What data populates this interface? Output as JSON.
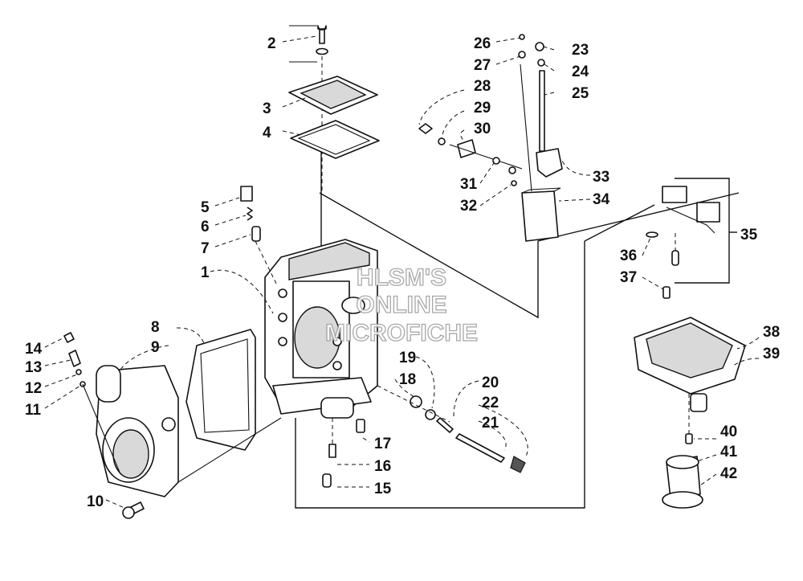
{
  "diagram": {
    "callouts": [
      "1",
      "2",
      "3",
      "4",
      "5",
      "6",
      "7",
      "8",
      "9",
      "10",
      "11",
      "12",
      "13",
      "14",
      "15",
      "16",
      "17",
      "18",
      "19",
      "20",
      "21",
      "22",
      "23",
      "24",
      "25",
      "26",
      "27",
      "28",
      "29",
      "30",
      "31",
      "32",
      "33",
      "34",
      "35",
      "36",
      "37",
      "38",
      "39",
      "40",
      "41",
      "42"
    ],
    "watermark_lines": [
      "HLSM'S",
      "ONLINE",
      "MICROFICHE"
    ]
  }
}
